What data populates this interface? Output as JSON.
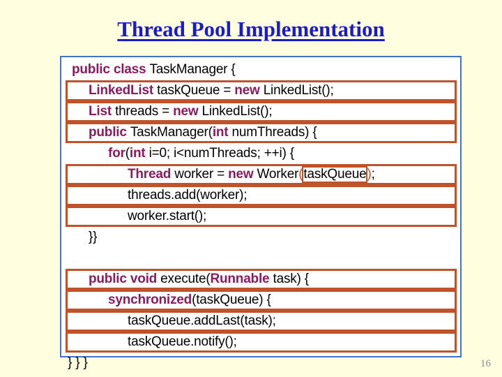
{
  "slide": {
    "title": "Thread Pool Implementation",
    "page_number": "16",
    "background_color": "#FFFFE0",
    "title_color": "#1A1AD0",
    "panel_border_color": "#4472C4",
    "row_border_color": "#C0522A",
    "keyword_color": "#8B1A5E",
    "text_color": "#000000"
  },
  "code": {
    "lines": [
      {
        "id": "line-1",
        "boxed": false,
        "indent": 0,
        "tokens": [
          {
            "t": "public class ",
            "k": true
          },
          {
            "t": "TaskManager {",
            "k": false
          }
        ]
      },
      {
        "id": "line-2",
        "boxed": true,
        "indent": 1,
        "tokens": [
          {
            "t": "LinkedList ",
            "k": true
          },
          {
            "t": "taskQueue = ",
            "k": false
          },
          {
            "t": "new ",
            "k": true
          },
          {
            "t": "LinkedList();",
            "k": false
          }
        ]
      },
      {
        "id": "line-3",
        "boxed": true,
        "indent": 1,
        "tokens": [
          {
            "t": "List ",
            "k": true
          },
          {
            "t": "threads = ",
            "k": false
          },
          {
            "t": "new ",
            "k": true
          },
          {
            "t": "LinkedList();",
            "k": false
          }
        ]
      },
      {
        "id": "line-4",
        "boxed": true,
        "indent": 1,
        "tokens": [
          {
            "t": "public ",
            "k": true
          },
          {
            "t": "TaskManager(",
            "k": false
          },
          {
            "t": "int ",
            "k": true
          },
          {
            "t": "numThreads) {",
            "k": false
          }
        ]
      },
      {
        "id": "line-5",
        "boxed": false,
        "indent": 2,
        "tokens": [
          {
            "t": "for",
            "k": true
          },
          {
            "t": "(",
            "k": false
          },
          {
            "t": "int ",
            "k": true
          },
          {
            "t": "i=0; i<numThreads; ++i) {",
            "k": false
          }
        ]
      },
      {
        "id": "line-6",
        "boxed": true,
        "indent": 3,
        "tokens": [
          {
            "t": "Thread ",
            "k": true
          },
          {
            "t": "worker = ",
            "k": false
          },
          {
            "t": "new ",
            "k": true
          },
          {
            "t": "Worker",
            "k": false
          },
          {
            "t": "(",
            "k": false,
            "orange": true
          },
          {
            "t": "taskQueue",
            "k": false,
            "nested": true
          },
          {
            "t": ")",
            "k": false,
            "orange": true
          },
          {
            "t": ";",
            "k": false
          }
        ]
      },
      {
        "id": "line-7",
        "boxed": true,
        "indent": 3,
        "tokens": [
          {
            "t": "threads.add(worker);",
            "k": false
          }
        ]
      },
      {
        "id": "line-8",
        "boxed": true,
        "indent": 3,
        "tokens": [
          {
            "t": "worker.start();",
            "k": false
          }
        ]
      },
      {
        "id": "line-9",
        "boxed": false,
        "indent": 1,
        "tokens": [
          {
            "t": "}}",
            "k": false
          }
        ]
      },
      {
        "id": "line-10",
        "boxed": false,
        "indent": 0,
        "tokens": [
          {
            "t": " ",
            "k": false
          }
        ]
      },
      {
        "id": "line-11",
        "boxed": true,
        "indent": 1,
        "tokens": [
          {
            "t": "public void ",
            "k": true
          },
          {
            "t": "execute(",
            "k": false
          },
          {
            "t": "Runnable ",
            "k": true
          },
          {
            "t": "task) {",
            "k": false
          }
        ]
      },
      {
        "id": "line-12",
        "boxed": true,
        "indent": 2,
        "tokens": [
          {
            "t": "synchronized",
            "k": true
          },
          {
            "t": "(taskQueue) {",
            "k": false
          }
        ]
      },
      {
        "id": "line-13",
        "boxed": true,
        "indent": 3,
        "tokens": [
          {
            "t": "taskQueue.addLast(task);",
            "k": false
          }
        ]
      },
      {
        "id": "line-14",
        "boxed": true,
        "indent": 3,
        "tokens": [
          {
            "t": "taskQueue.notify();",
            "k": false
          }
        ]
      },
      {
        "id": "line-15",
        "boxed": false,
        "indent": -1,
        "tokens": [
          {
            "t": "} } }",
            "k": false
          }
        ]
      }
    ]
  }
}
